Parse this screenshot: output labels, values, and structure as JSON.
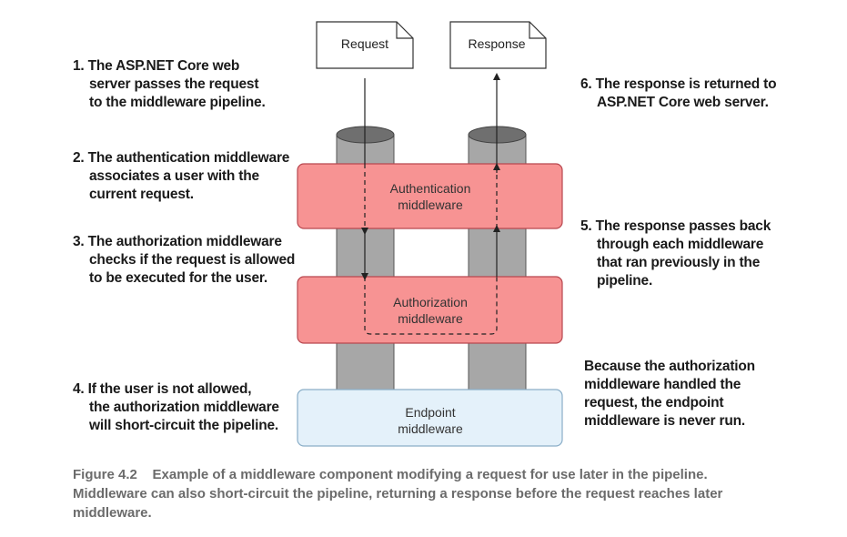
{
  "documents": {
    "request": "Request",
    "response": "Response"
  },
  "middleware": {
    "authentication": [
      "Authentication",
      "middleware"
    ],
    "authorization": [
      "Authorization",
      "middleware"
    ],
    "endpoint": [
      "Endpoint",
      "middleware"
    ]
  },
  "notes": {
    "step1": [
      "1. The ASP.NET Core web",
      "server passes the request",
      "to the middleware pipeline."
    ],
    "step2": [
      "2. The authentication middleware",
      "associates a user with the",
      "current request."
    ],
    "step3": [
      "3. The authorization middleware",
      "checks if the request is allowed",
      "to be executed for the user."
    ],
    "step4": [
      "4. If the user is not allowed,",
      "the authorization middleware",
      "will short-circuit the pipeline."
    ],
    "step5": [
      "5. The response passes back",
      "through each middleware",
      "that ran previously in the",
      "pipeline."
    ],
    "step6": [
      "6. The response is returned to",
      "ASP.NET Core web server."
    ],
    "endpoint_note": [
      "Because the authorization",
      "middleware handled the",
      "request, the endpoint",
      "middleware is never run."
    ]
  },
  "caption": [
    "Figure 4.2    Example of a middleware component modifying a request for use later in the pipeline.",
    "Middleware can also short-circuit the pipeline, returning a response before the request reaches later",
    "middleware."
  ],
  "colors": {
    "pink_box": "#f79393",
    "pink_border": "#b8474f",
    "blue_box": "#e4f1fa",
    "blue_border": "#8aaec8",
    "pipe_body": "#a7a7a7",
    "pipe_top": "#6f6f6f",
    "caption": "#6b6b6b"
  }
}
